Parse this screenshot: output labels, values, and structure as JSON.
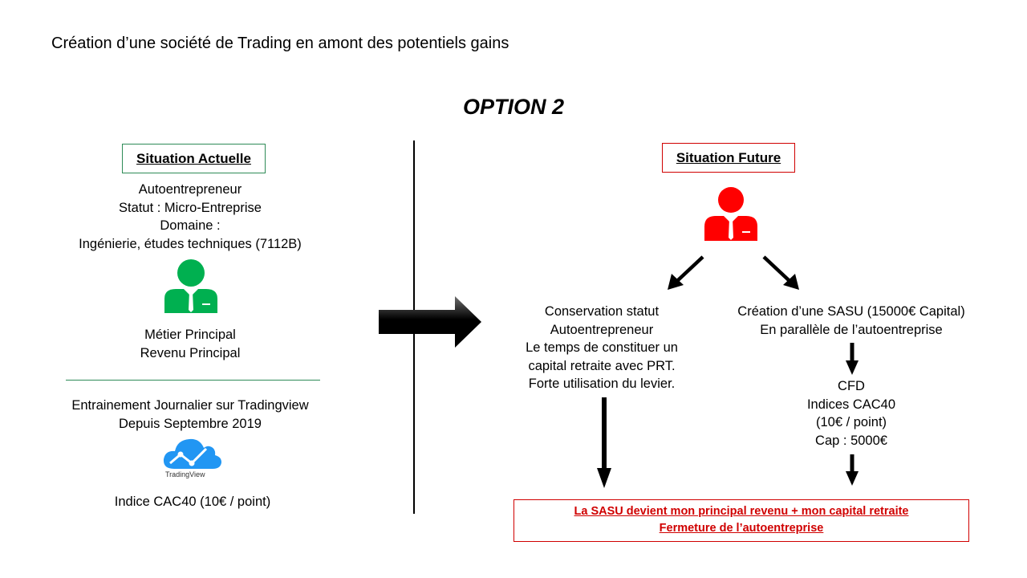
{
  "title": "Création d’une société de Trading en amont des potentiels gains",
  "option_title": "OPTION 2",
  "current": {
    "heading": "Situation  Actuelle",
    "lines": [
      "Autoentrepreneur",
      "Statut : Micro-Entreprise",
      "Domaine :",
      "Ingénierie, études techniques (7112B)"
    ],
    "role_lines": [
      "Métier Principal",
      "Revenu Principal"
    ],
    "training_lines": [
      "Entrainement Journalier sur Tradingview",
      "Depuis Septembre 2019"
    ],
    "logo_text": "TradingView",
    "index_line": "Indice CAC40 (10€ / point)"
  },
  "future": {
    "heading": "Situation  Future",
    "left_branch_lines": [
      "Conservation statut",
      "Autoentrepreneur",
      "Le temps de constituer un",
      "capital retraite avec PRT.",
      "Forte utilisation du levier."
    ],
    "right_branch_lines": [
      "Création d’une SASU (15000€ Capital)",
      "En parallèle de l’autoentreprise"
    ],
    "cfd_lines": [
      "CFD",
      "Indices CAC40",
      "(10€ / point)",
      "Cap : 5000€"
    ],
    "result_lines": [
      "La SASU devient mon principal  revenu + mon capital retraite",
      "Fermeture de l’autoentreprise"
    ]
  },
  "colors": {
    "green_person": "#00b050",
    "red_person": "#ff0000",
    "tradingview_blue": "#2196f3",
    "result_red": "#d00000"
  },
  "icons": [
    "person-icon-green",
    "person-icon-red",
    "tradingview-cloud-icon",
    "big-right-arrow-icon",
    "arrow-down-icon"
  ]
}
